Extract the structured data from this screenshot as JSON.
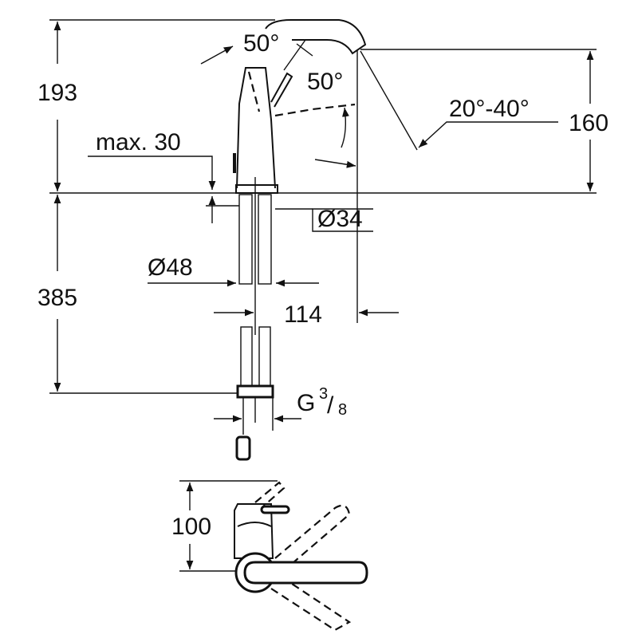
{
  "drawing": {
    "labels": {
      "height_total": "193",
      "lever_angle_1": "50°",
      "lever_angle_2": "50°",
      "spout_angle": "20°-40°",
      "spout_height": "160",
      "max_thickness": "max. 30",
      "diameter_small": "Ø34",
      "diameter_large": "Ø48",
      "hose_length": "385",
      "spout_reach": "114",
      "thread_g": "G",
      "thread_num": "3",
      "thread_den": "8",
      "top_view_depth": "100"
    },
    "color": "#111111"
  }
}
